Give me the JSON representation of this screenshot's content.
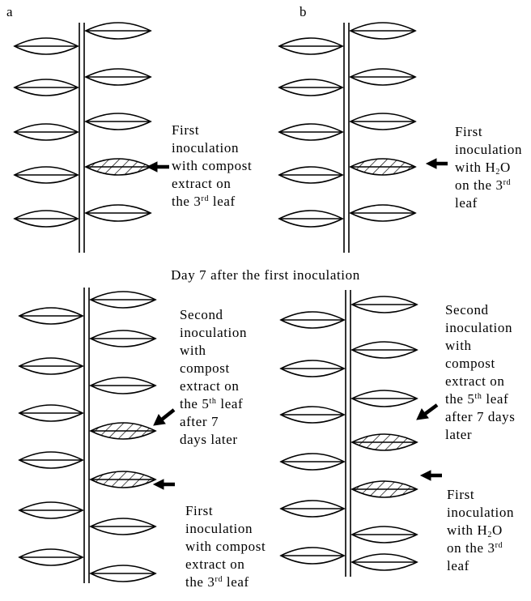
{
  "panels": {
    "a": "a",
    "b": "b"
  },
  "caption": "Day 7 after the first inoculation",
  "labels": {
    "a_first": {
      "l1": "First",
      "l2": "inoculation",
      "l3": "with compost",
      "l4": "extract on",
      "l5_pre": "the 3",
      "l5_sup": "rd",
      "l5_post": " leaf"
    },
    "b_first": {
      "l1": "First",
      "l2": "inoculation",
      "l3_pre": "with H",
      "l3_sub": "2",
      "l3_post": "O",
      "l4_pre": "on the 3",
      "l4_sup": "rd",
      "l5": "leaf"
    },
    "c_second": {
      "l1": "Second",
      "l2": "inoculation",
      "l3": "with",
      "l4": "compost",
      "l5": "extract on",
      "l6_pre": "the 5",
      "l6_sup": "th",
      "l6_post": " leaf",
      "l7": "after 7",
      "l8": "days later"
    },
    "c_first": {
      "l1": "First",
      "l2": "inoculation",
      "l3": "with compost",
      "l4": "extract on",
      "l5_pre": "the 3",
      "l5_sup": "rd",
      "l5_post": " leaf"
    },
    "d_second": {
      "l1": "Second",
      "l2": "inoculation",
      "l3": "with",
      "l4": "compost",
      "l5": "extract on",
      "l6_pre": "the 5",
      "l6_sup": "th",
      "l6_post": " leaf",
      "l7": "after 7 days",
      "l8": "later"
    },
    "d_first": {
      "l1": "First",
      "l2": "inoculation",
      "l3_pre": "with H",
      "l3_sub": "2",
      "l3_post": "O",
      "l4_pre": "on the 3",
      "l4_sup": "rd",
      "l5": "leaf"
    }
  }
}
